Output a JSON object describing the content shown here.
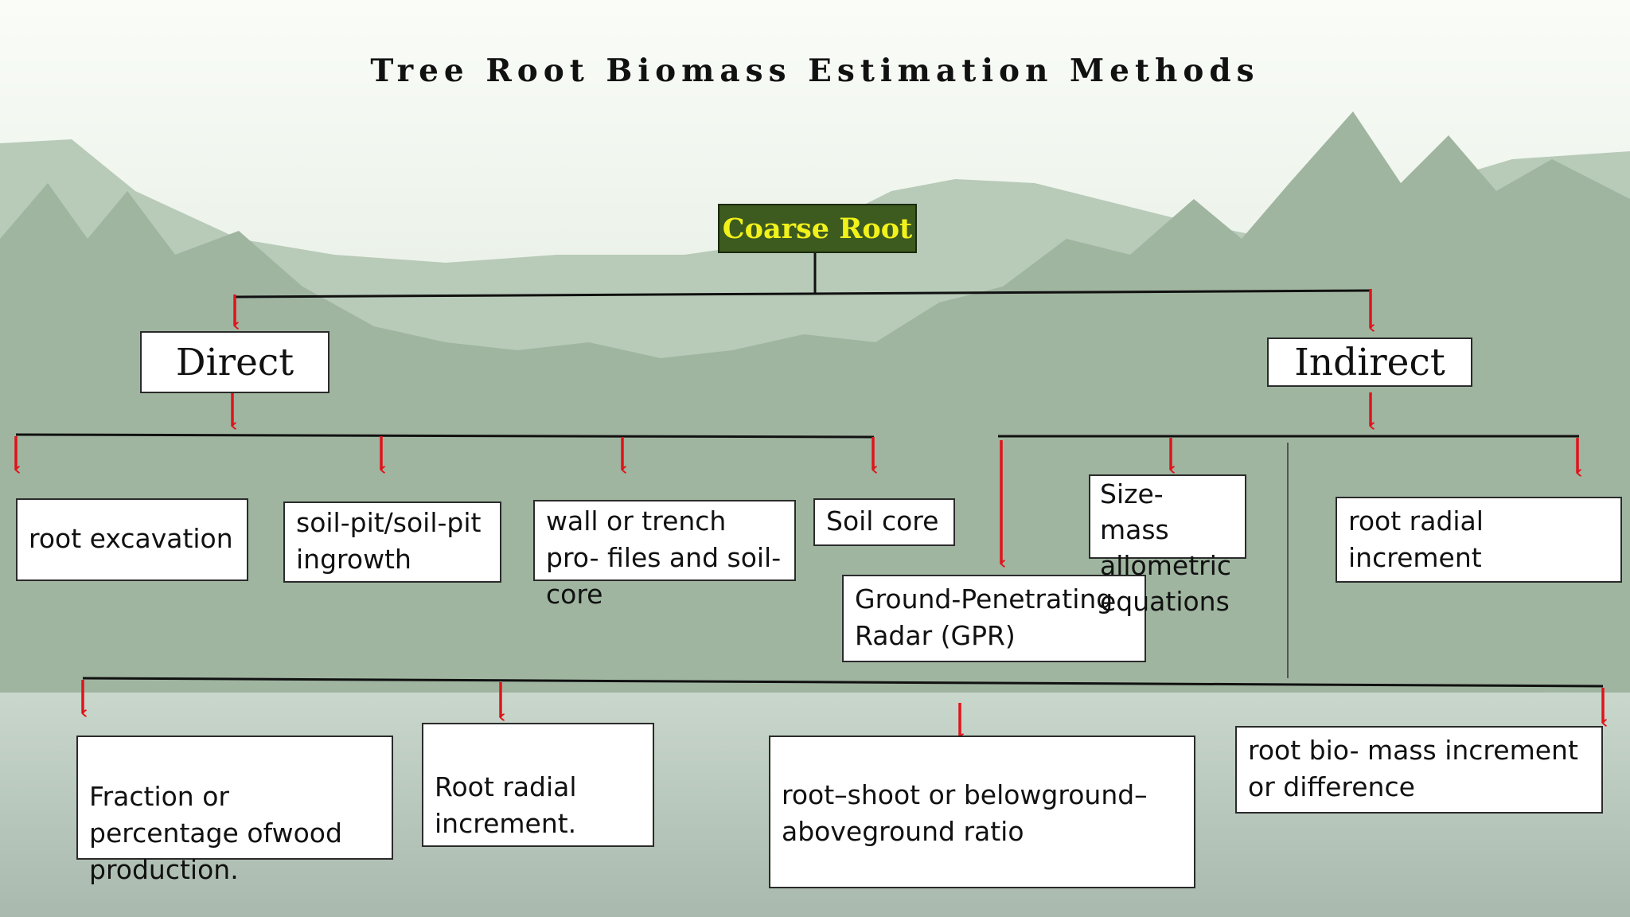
{
  "slide": {
    "title": "Tree Root Biomass Estimation Methods"
  },
  "tree": {
    "root_label": "Coarse Root",
    "direct": {
      "label": "Direct",
      "methods": [
        "root excavation",
        "soil-pit/soil-pit ingrowth",
        "wall or trench pro- files and soil-core",
        "Soil core"
      ]
    },
    "indirect": {
      "label": "Indirect",
      "methods": [
        "Ground-Penetrating Radar (GPR)",
        "Size- mass allometric equations",
        "root radial increment"
      ]
    },
    "lower_methods": [
      "Fraction or percentage ofwood production.",
      "Root radial increment.",
      "root–shoot or belowground–aboveground ratio",
      "root bio- mass increment or difference"
    ]
  },
  "colors": {
    "arrow": "#e0141a",
    "connector": "#111111",
    "root_fill": "#3d5a1f",
    "root_text": "#f2f21b"
  }
}
